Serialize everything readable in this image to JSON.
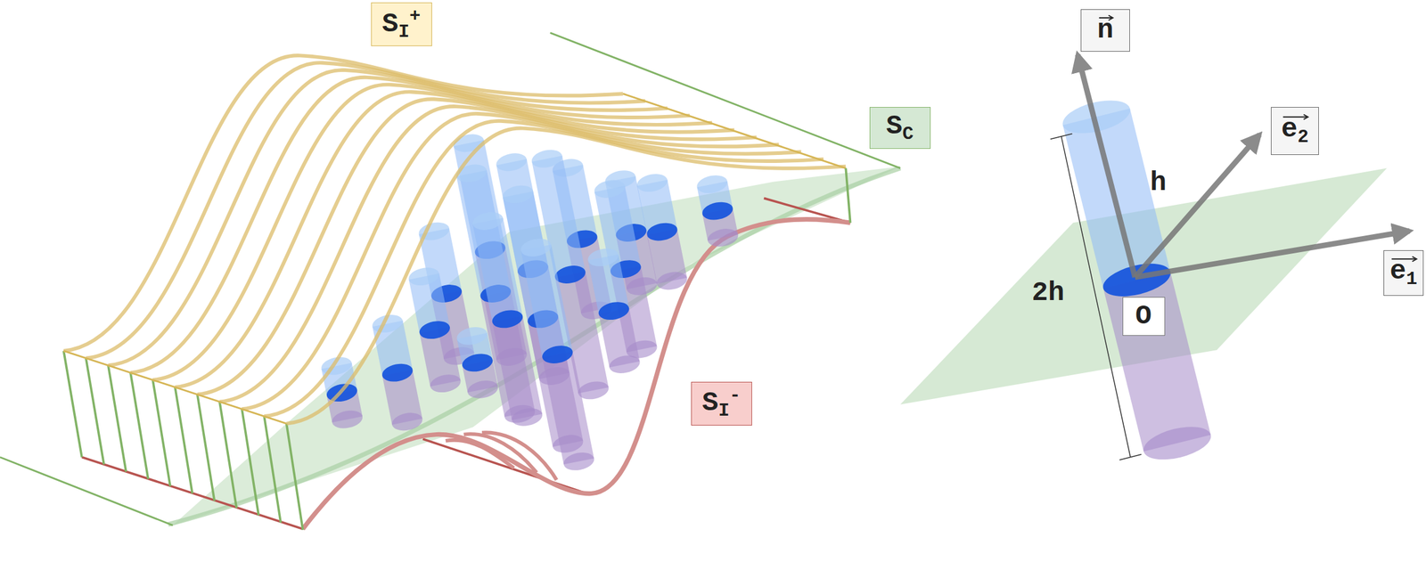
{
  "diagram": {
    "nodes": [
      {
        "text": [
          "S",
          "I",
          "+"
        ]
      },
      {
        "text": [
          "S",
          "C"
        ]
      },
      {
        "text": [
          "S",
          "I",
          "-"
        ]
      },
      {
        "text": [
          "n"
        ]
      },
      {
        "text": [
          "e",
          "2"
        ]
      },
      {
        "text": [
          "e",
          "1"
        ]
      },
      {
        "text": [
          "O"
        ]
      }
    ],
    "labels": [
      "h",
      "2h"
    ]
  }
}
